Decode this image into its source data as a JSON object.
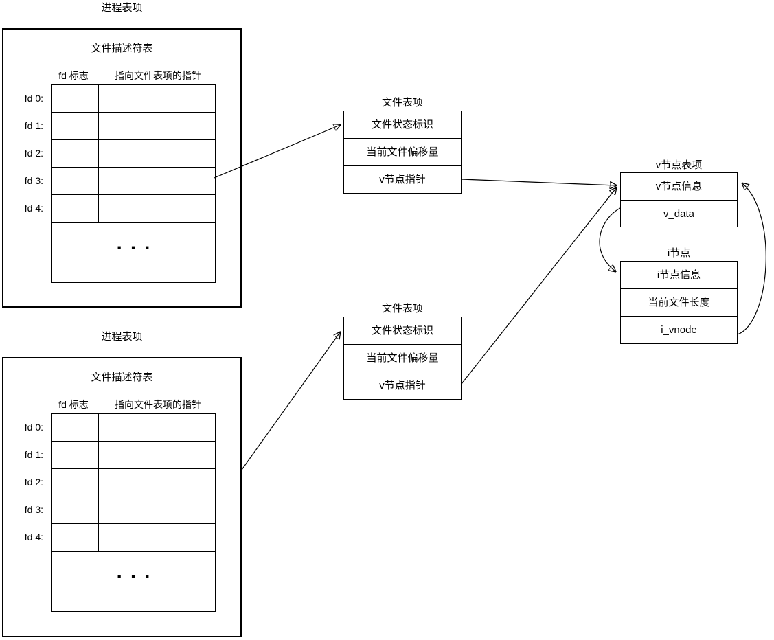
{
  "diagram": {
    "background": "#ffffff",
    "line_color": "#000000",
    "process_table": {
      "title": "进程表项",
      "subtitle": "文件描述符表",
      "col_flags": "fd 标志",
      "col_pointer": "指向文件表项的指针",
      "fd_labels": [
        "fd 0:",
        "fd 1:",
        "fd 2:",
        "fd 3:",
        "fd 4:"
      ],
      "ellipsis": "..."
    },
    "file_table": {
      "title": "文件表项",
      "rows": [
        "文件状态标识",
        "当前文件偏移量",
        "v节点指针"
      ]
    },
    "vnode_table": {
      "title": "v节点表项",
      "rows": [
        "v节点信息",
        "v_data"
      ]
    },
    "inode_table": {
      "title": "i节点",
      "rows": [
        "i节点信息",
        "当前文件长度",
        "i_vnode"
      ]
    }
  }
}
